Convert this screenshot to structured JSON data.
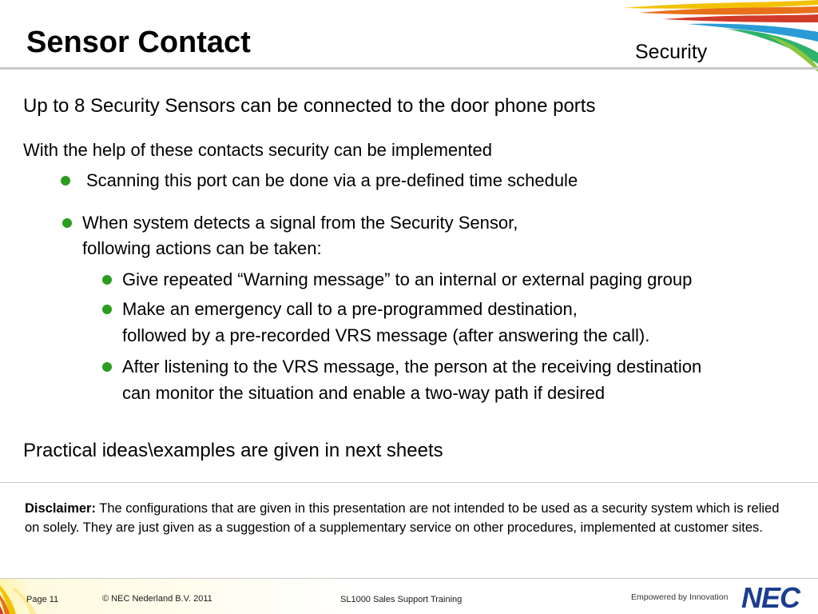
{
  "header": {
    "title": "Sensor Contact",
    "section": "Security"
  },
  "body": {
    "line1": "Up to 8 Security Sensors can be connected to the door phone ports",
    "line2": "With the help of these contacts security can be implemented",
    "bullet1": "Scanning this port can be done via a pre-defined time schedule",
    "bullet2_a": "When system detects a signal from the Security Sensor,",
    "bullet2_b": "following actions can be taken:",
    "sub1": "Give  repeated “Warning message” to an internal or external paging group",
    "sub2_a": "Make an emergency call  to a pre-programmed destination,",
    "sub2_b": "followed by a pre-recorded VRS message (after answering the call).",
    "sub3_a": "After listening to the VRS message, the person at the receiving destination",
    "sub3_b": "can monitor the situation and enable a two-way path if desired",
    "closing": "Practical ideas\\examples are given in next sheets"
  },
  "disclaimer": {
    "label": "Disclaimer:",
    "text": " The configurations that are given in this presentation are not intended to be used as a security system which is relied on solely. They are  just given as a suggestion of a supplementary service on other procedures, implemented at customer sites."
  },
  "footer": {
    "page": "Page 11",
    "copyright": "© NEC Nederland B.V.   2011",
    "training": "SL1000 Sales Support Training",
    "tagline": "Empowered by Innovation",
    "logo": "NEC"
  },
  "colors": {
    "bullet": "#2a9d1f",
    "logo": "#1a3d8f",
    "rule": "#c8c8c8"
  }
}
